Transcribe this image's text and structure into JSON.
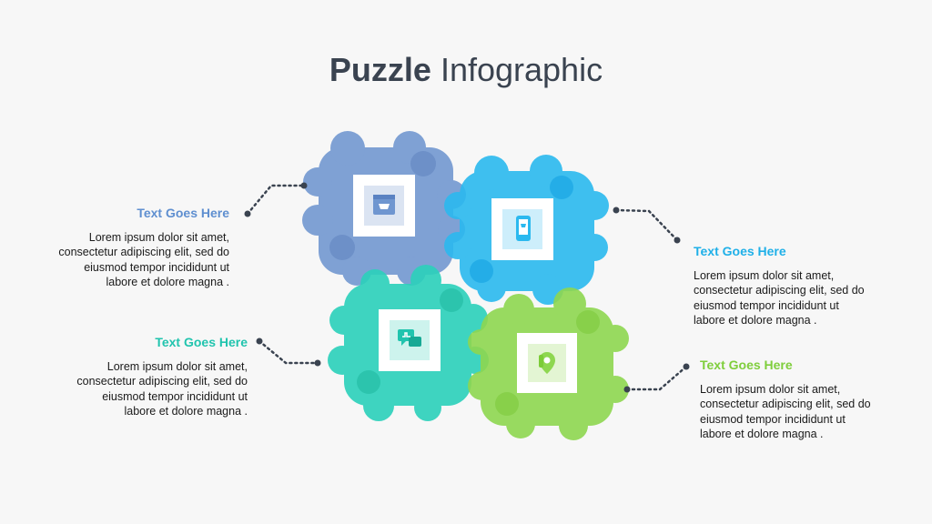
{
  "title": {
    "bold": "Puzzle",
    "light": "Infographic"
  },
  "colors": {
    "blue": "#6f96d0",
    "sky": "#2bb9ef",
    "teal": "#2bd1bb",
    "green": "#8ed750",
    "dots": "#3a4350",
    "icon_blue": "#6f96d0",
    "icon_sky": "#2bb9ef",
    "icon_teal": "#21c4ae",
    "icon_green": "#8ed750"
  },
  "items": [
    {
      "heading": "Text Goes Here",
      "body": "Lorem ipsum dolor sit amet, consectetur adipiscing elit, sed do eiusmod tempor incididunt ut labore et dolore magna .",
      "heading_color": "#5f8fd0",
      "icon": "shop-icon"
    },
    {
      "heading": "Text Goes Here",
      "body": "Lorem ipsum dolor sit amet, consectetur adipiscing elit, sed do eiusmod tempor incididunt ut labore et dolore magna .",
      "heading_color": "#1fb0e8",
      "icon": "mobile-cart-icon"
    },
    {
      "heading": "Text Goes Here",
      "body": "Lorem ipsum dolor sit amet, consectetur adipiscing elit, sed do eiusmod tempor incididunt ut labore et dolore magna .",
      "heading_color": "#21c4ae",
      "icon": "chat-like-icon"
    },
    {
      "heading": "Text Goes Here",
      "body": "Lorem ipsum dolor sit amet, consectetur adipiscing elit, sed do eiusmod tempor incididunt ut labore et dolore magna .",
      "heading_color": "#7fce3c",
      "icon": "location-pin-icon"
    }
  ]
}
